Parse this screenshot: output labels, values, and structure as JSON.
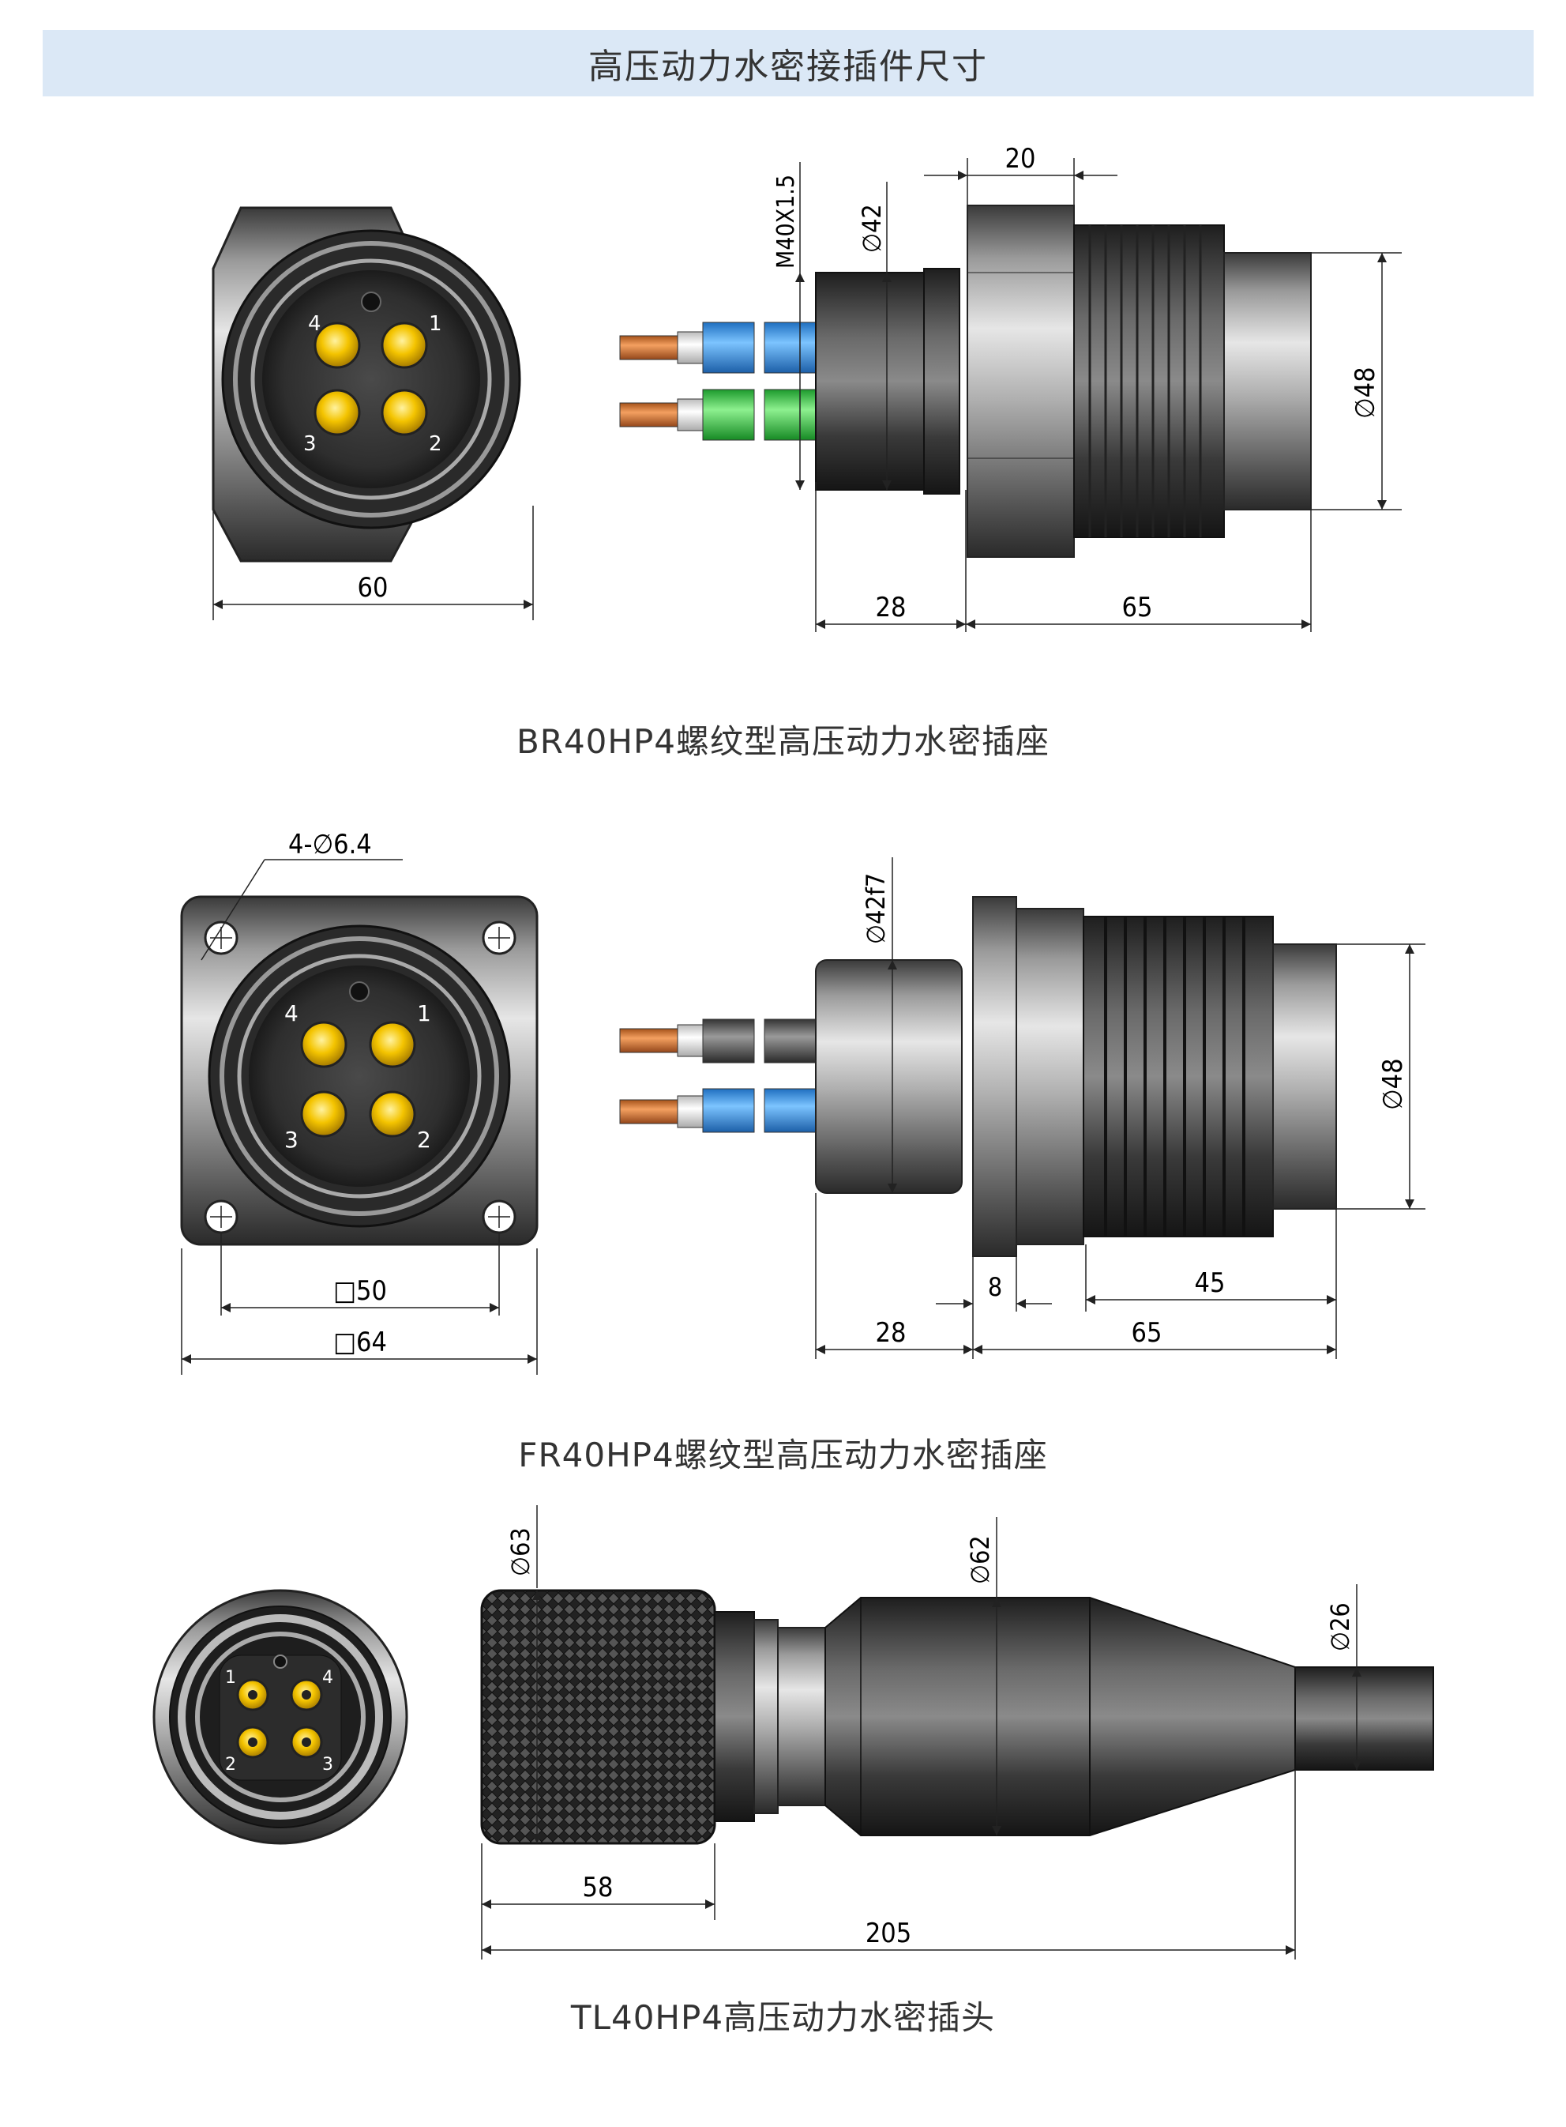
{
  "page_title": "高压动力水密接插件尺寸",
  "products": [
    {
      "caption": "BR40HP4螺纹型高压动力水密插座",
      "pins": [
        "1",
        "2",
        "3",
        "4"
      ],
      "dims": {
        "width": "60",
        "thread": "M40X1.5",
        "dia_a": "∅42",
        "hex": "20",
        "dia_b": "∅48",
        "len_a": "28",
        "len_b": "65"
      }
    },
    {
      "caption": "FR40HP4螺纹型高压动力水密插座",
      "pins": [
        "1",
        "2",
        "3",
        "4"
      ],
      "dims": {
        "holes": "4-∅6.4",
        "sq_inner": "□50",
        "sq_outer": "□64",
        "dia_a": "∅42f7",
        "dia_b": "∅48",
        "flange": "8",
        "thread_len": "45",
        "len_a": "28",
        "len_b": "65"
      }
    },
    {
      "caption": "TL40HP4高压动力水密插头",
      "pins": [
        "1",
        "4",
        "2",
        "3"
      ],
      "dims": {
        "dia_a": "∅63",
        "dia_b": "∅62",
        "dia_c": "∅26",
        "len_a": "58",
        "len_b": "205"
      }
    }
  ],
  "colors": {
    "title_bg": "#dbe8f6",
    "pin": "#f4c400",
    "wire_blue": "#2f8fe0",
    "wire_green": "#2dbf3a",
    "wire_copper": "#d9772a",
    "wire_grey": "#555555"
  }
}
